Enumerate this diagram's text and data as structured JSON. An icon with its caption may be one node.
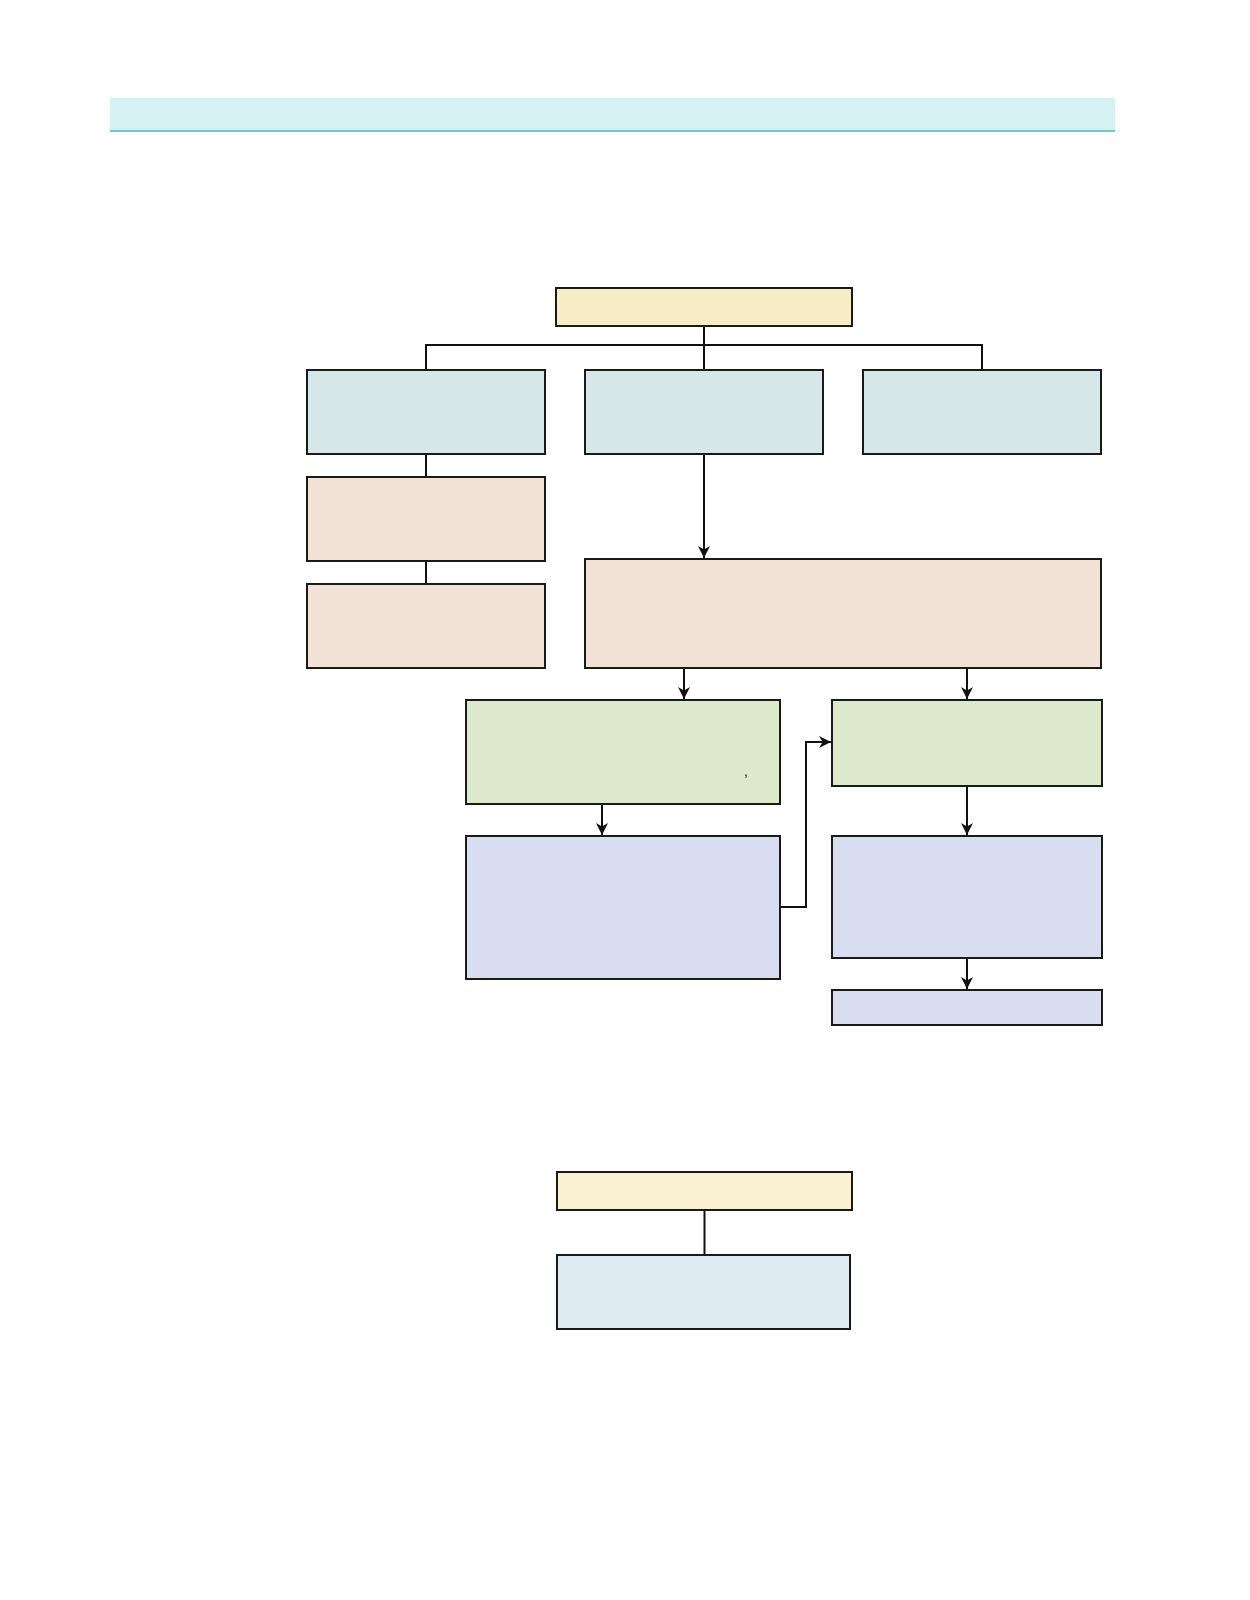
{
  "diagram": {
    "nodes": [
      {
        "text": [],
        "shape": "box"
      },
      {
        "text": [],
        "shape": "box"
      },
      {
        "text": [],
        "shape": "box"
      },
      {
        "text": [],
        "shape": "box"
      },
      {
        "text": [],
        "shape": "box"
      },
      {
        "text": [],
        "shape": "box"
      },
      {
        "text": [],
        "shape": "box"
      },
      {
        "text": [
          ","
        ]
      },
      {
        "text": [],
        "shape": "box"
      },
      {
        "text": [],
        "shape": "box"
      },
      {
        "text": [],
        "shape": "box"
      },
      {
        "text": [],
        "shape": "box"
      },
      {
        "text": [],
        "shape": "box"
      },
      {
        "text": [],
        "shape": "box"
      }
    ],
    "edges": [
      {
        "from": 0,
        "to": 1,
        "arrow": "none"
      },
      {
        "from": 0,
        "to": 2,
        "arrow": "none"
      },
      {
        "from": 0,
        "to": 3,
        "arrow": "none"
      },
      {
        "from": 1,
        "to": 4,
        "arrow": "none"
      },
      {
        "from": 4,
        "to": 5,
        "arrow": "none"
      },
      {
        "from": 2,
        "to": 6,
        "arrow": "to"
      },
      {
        "from": 6,
        "to": 7,
        "arrow": "to"
      },
      {
        "from": 6,
        "to": 8,
        "arrow": "to"
      },
      {
        "from": 7,
        "to": 9,
        "arrow": "to"
      },
      {
        "from": 9,
        "to": 8,
        "arrow": "to"
      },
      {
        "from": 8,
        "to": 10,
        "arrow": "to"
      },
      {
        "from": 10,
        "to": 11,
        "arrow": "to"
      },
      {
        "from": 12,
        "to": 13,
        "arrow": "none"
      }
    ]
  }
}
